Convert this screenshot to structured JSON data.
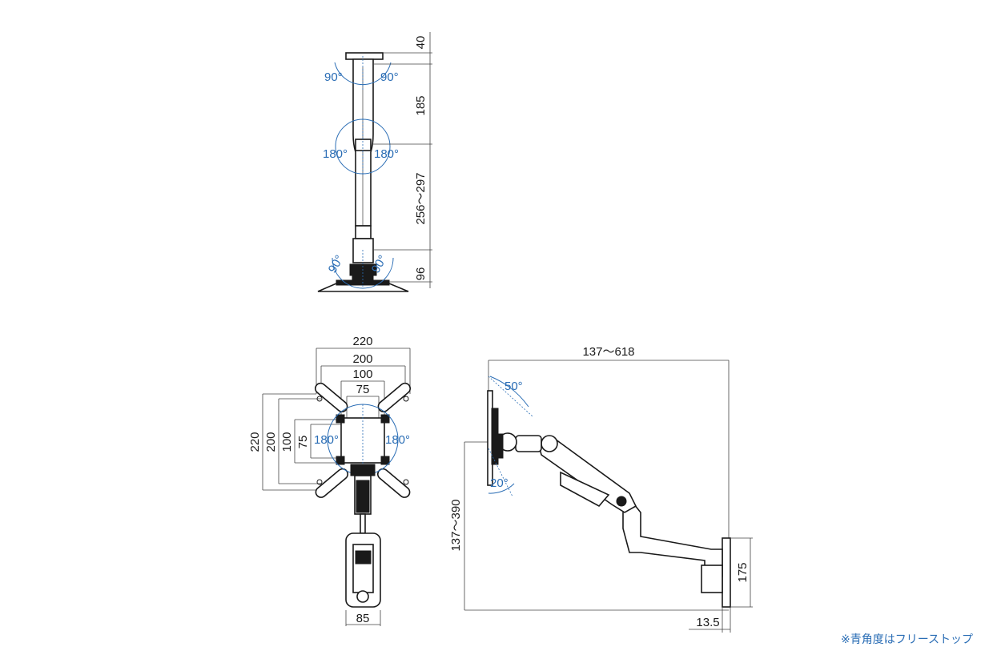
{
  "top_view": {
    "dims": {
      "d1": "40",
      "d2": "185",
      "d3": "256〜297",
      "d4": "96"
    },
    "angles": {
      "a1": "90°",
      "a2": "90°",
      "a3": "180°",
      "a4": "180°",
      "a5": "90°",
      "a6": "90°"
    }
  },
  "front_view": {
    "dims": {
      "w220": "220",
      "w200": "200",
      "w100": "100",
      "w75": "75",
      "h220": "220",
      "h200": "200",
      "h100": "100",
      "h75": "75",
      "base": "85"
    },
    "angles": {
      "left": "180°",
      "right": "180°"
    }
  },
  "side_view": {
    "dims": {
      "reach": "137〜618",
      "height": "137〜390",
      "plate_h": "175",
      "plate_t": "13.5"
    },
    "angles": {
      "tilt_up": "50°",
      "tilt_down": "20°"
    }
  },
  "note": "※青角度はフリーストップ",
  "colors": {
    "line": "#1a1a1a",
    "angle": "#2a6db5"
  }
}
